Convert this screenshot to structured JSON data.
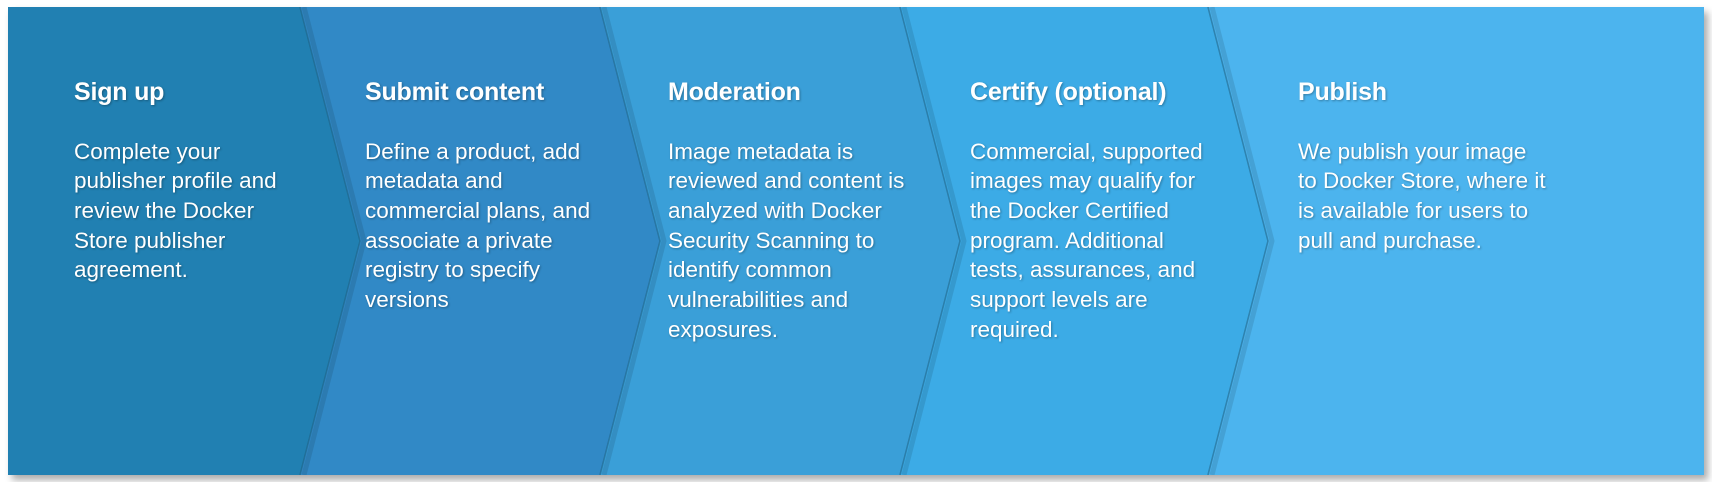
{
  "diagram": {
    "type": "chevron-process-flow",
    "orientation": "horizontal",
    "step_count": 5,
    "background_color": "#ffffff",
    "steps": [
      {
        "index": 1,
        "title": "Sign up",
        "description": "Complete your publisher profile and review the Docker Store publisher agreement.",
        "color": "#2180B2"
      },
      {
        "index": 2,
        "title": "Submit content",
        "description": "Define a product, add metadata and commercial plans, and associate a private registry to specify versions",
        "color": "#3189C6"
      },
      {
        "index": 3,
        "title": "Moderation",
        "description": "Image metadata is reviewed and content is analyzed with Docker Security Scanning to identify common vulnerabilities and exposures.",
        "color": "#3A9FD8"
      },
      {
        "index": 4,
        "title": "Certify (optional)",
        "description": "Commercial, supported images may qualify for the Docker Certified program.  Additional tests, assurances, and support levels are required.",
        "color": "#3CABE6"
      },
      {
        "index": 5,
        "title": "Publish",
        "description": "We publish your image to Docker Store, where it is available for users to pull and purchase.",
        "color": "#4CB4EE"
      }
    ]
  }
}
